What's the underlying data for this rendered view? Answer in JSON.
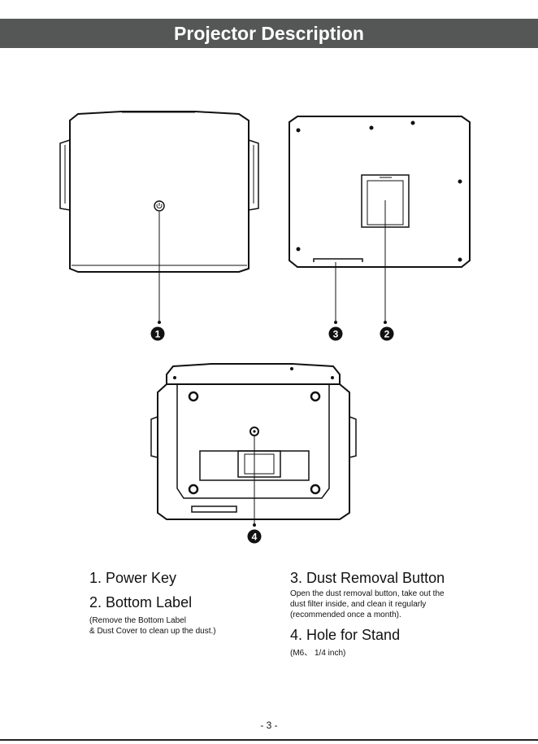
{
  "header": {
    "title": "Projector Description"
  },
  "callouts": [
    "1",
    "3",
    "2",
    "4"
  ],
  "items": [
    {
      "title": "1. Power Key",
      "desc": []
    },
    {
      "title": "2. Bottom Label",
      "desc": [
        "(Remove the Bottom Label",
        "& Dust Cover to clean up the dust.)"
      ]
    },
    {
      "title": "3. Dust Removal Button",
      "desc": [
        "Open the dust removal button, take out the",
        "dust filter inside, and clean it regularly",
        "(recommended once a month)."
      ]
    },
    {
      "title": "4. Hole for Stand",
      "desc": [
        "(M6、 1/4 inch)"
      ]
    }
  ],
  "footer": {
    "page_number": "- 3 -"
  }
}
